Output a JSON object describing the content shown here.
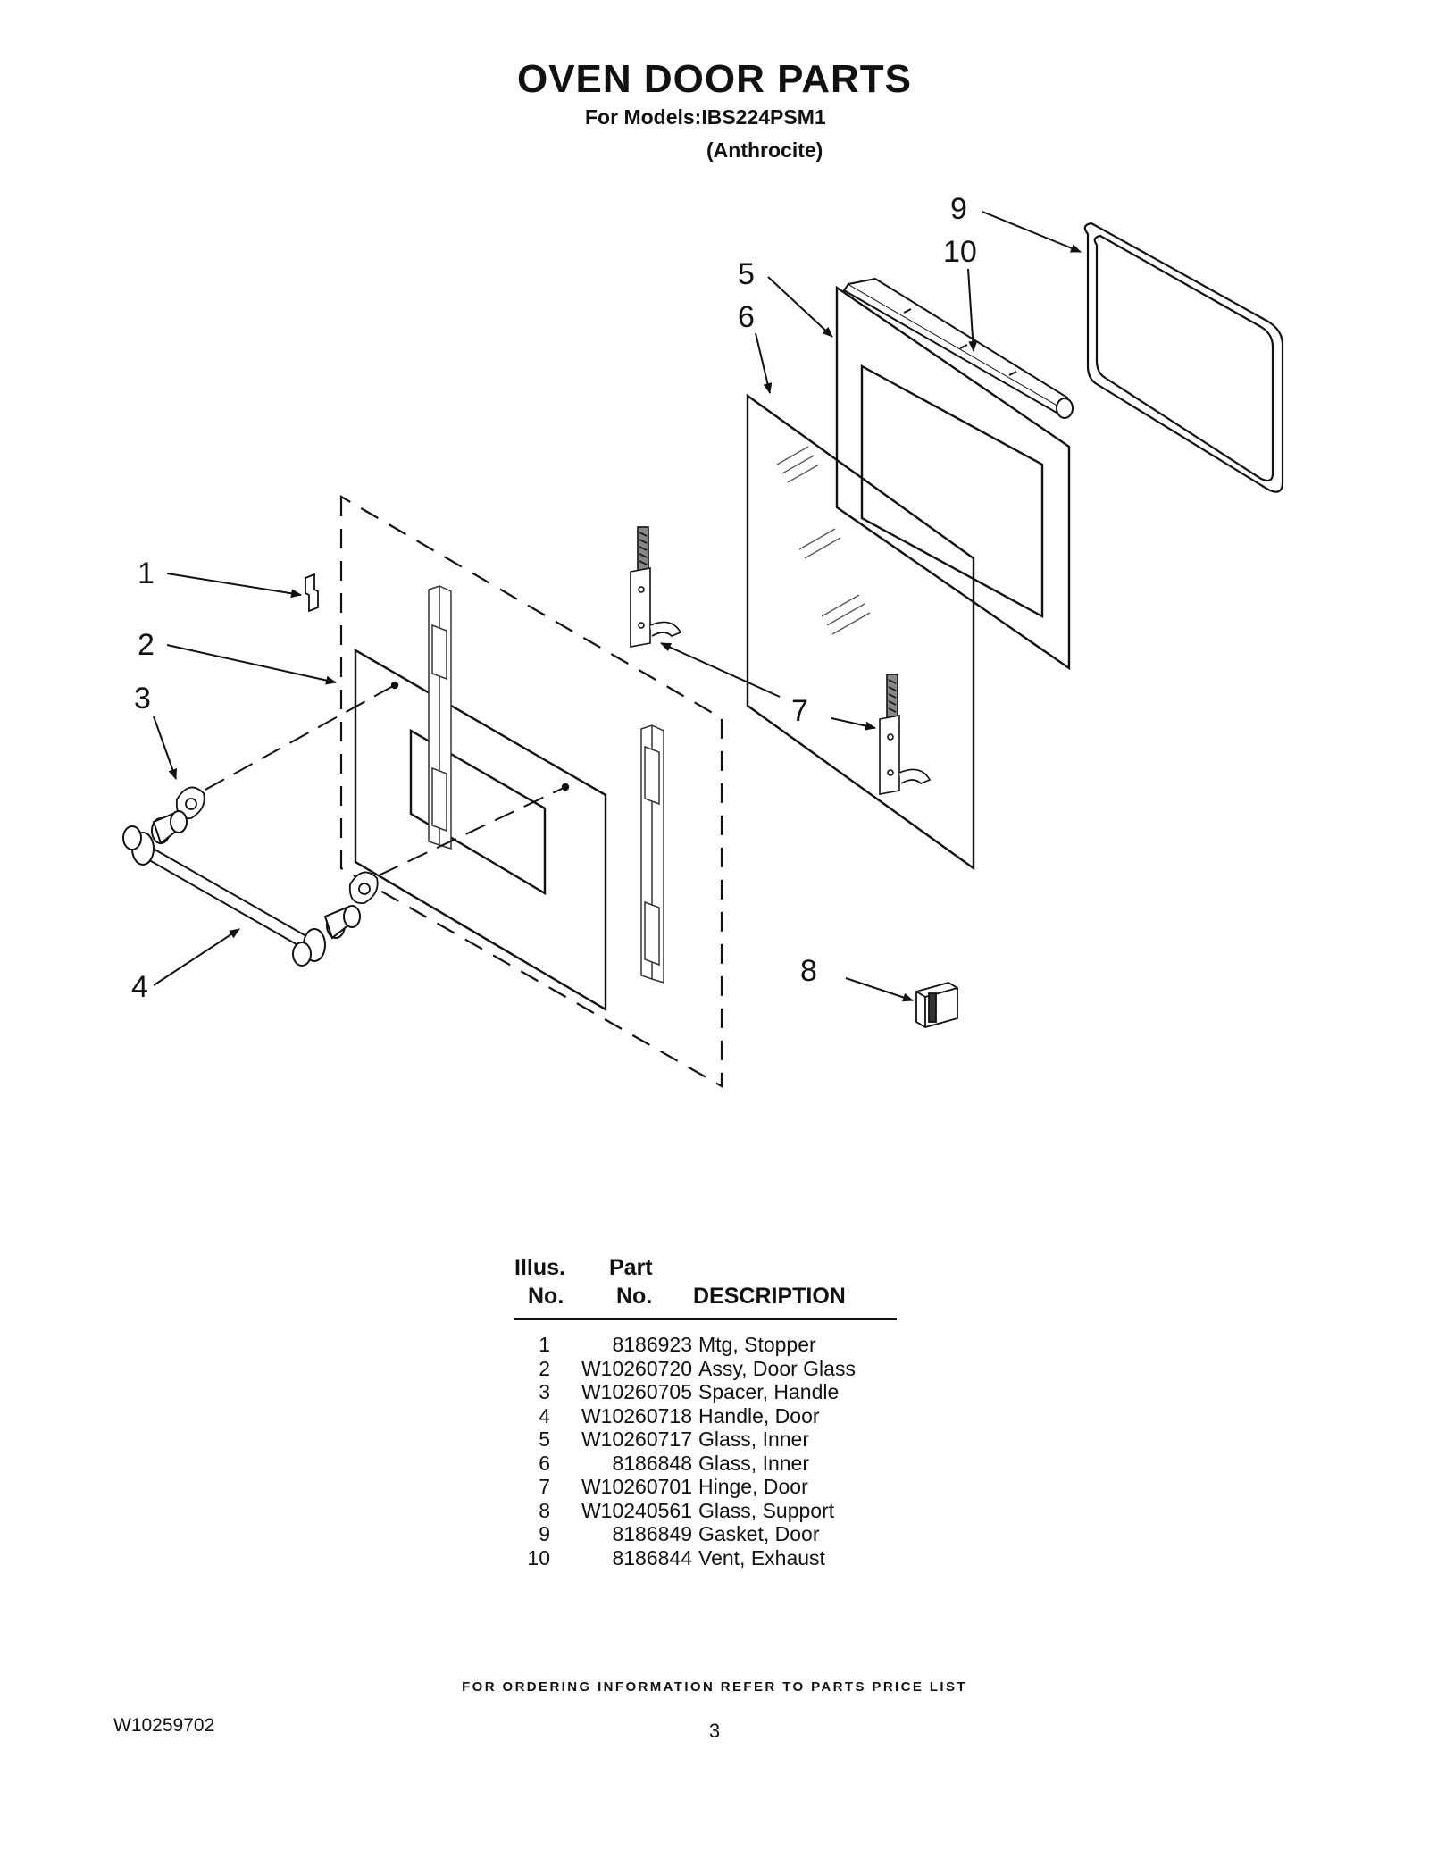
{
  "header": {
    "title": "OVEN DOOR PARTS",
    "models_line": "For Models:IBS224PSM1",
    "color_line": "(Anthrocite)"
  },
  "diagram": {
    "callouts": [
      "1",
      "2",
      "3",
      "4",
      "5",
      "6",
      "7",
      "8",
      "9",
      "10"
    ]
  },
  "parts_table": {
    "headers": {
      "illus_top": "Illus.",
      "illus_bottom": "No.",
      "part_top": "Part",
      "part_bottom": "No.",
      "description": "DESCRIPTION"
    },
    "rows": [
      {
        "no": "1",
        "part": "8186923",
        "desc": "Mtg, Stopper"
      },
      {
        "no": "2",
        "part": "W10260720",
        "desc": "Assy, Door Glass"
      },
      {
        "no": "3",
        "part": "W10260705",
        "desc": "Spacer, Handle"
      },
      {
        "no": "4",
        "part": "W10260718",
        "desc": "Handle, Door"
      },
      {
        "no": "5",
        "part": "W10260717",
        "desc": "Glass, Inner"
      },
      {
        "no": "6",
        "part": "8186848",
        "desc": "Glass, Inner"
      },
      {
        "no": "7",
        "part": "W10260701",
        "desc": "Hinge, Door"
      },
      {
        "no": "8",
        "part": "W10240561",
        "desc": "Glass, Support"
      },
      {
        "no": "9",
        "part": "8186849",
        "desc": "Gasket, Door"
      },
      {
        "no": "10",
        "part": "8186844",
        "desc": "Vent, Exhaust"
      }
    ]
  },
  "footer": {
    "ordering_note": "FOR ORDERING INFORMATION REFER TO PARTS PRICE LIST",
    "doc_number": "W10259702",
    "page_number": "3"
  }
}
